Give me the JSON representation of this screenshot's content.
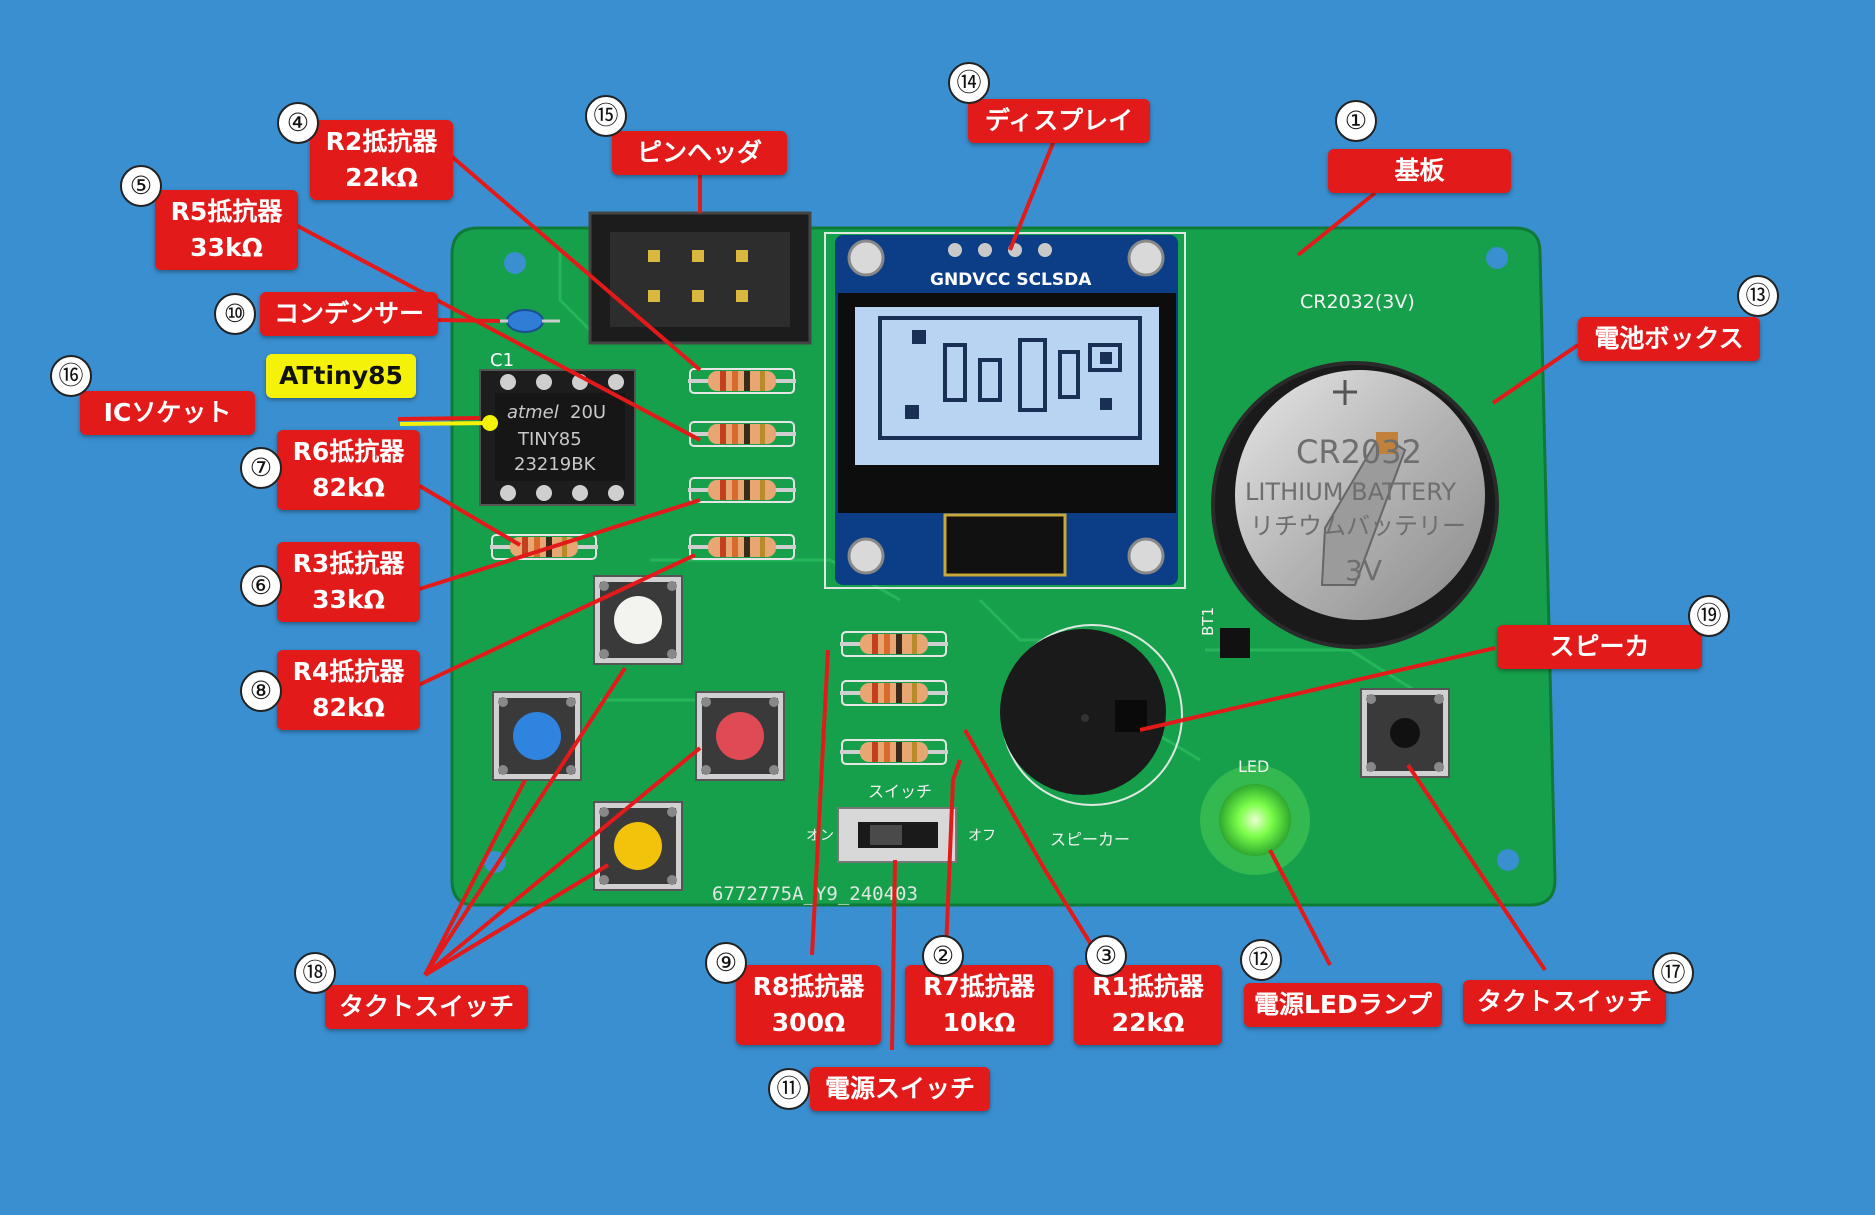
{
  "colors": {
    "background": "#3a8fd0",
    "pcb": "#17a04c",
    "callout": "#e31a1a",
    "callout_highlight": "#f5f20a",
    "leader": "#e31a1a",
    "oled_screen": "#b9d3f3",
    "led_on": "#7dff4a"
  },
  "board": {
    "silkscreen_battery": "CR2032(3V)",
    "silkscreen_bt": "BT1",
    "silkscreen_c1": "C1",
    "silkscreen_led": "LED",
    "silkscreen_speaker": "スピーカー",
    "silkscreen_switch": "スイッチ",
    "silkscreen_on": "オン",
    "silkscreen_off": "オフ",
    "silkscreen_serial": "6772775A_Y9_240403",
    "oled_pins": "GNDVCC SCLSDA",
    "battery_label_1": "CR2032",
    "battery_label_2": "LITHIUM BATTERY",
    "battery_label_3": "リチウムバッテリー",
    "battery_label_4": "3V",
    "ic_brand": "atmel",
    "ic_line1": "20U",
    "ic_line2": "TINY85",
    "ic_line3": "23219BK"
  },
  "annotations": [
    {
      "id": "1",
      "num": "①",
      "label": "基板"
    },
    {
      "id": "2",
      "num": "②",
      "label": "R7抵抗器",
      "value": "10kΩ"
    },
    {
      "id": "3",
      "num": "③",
      "label": "R1抵抗器",
      "value": "22kΩ"
    },
    {
      "id": "4",
      "num": "④",
      "label": "R2抵抗器",
      "value": "22kΩ"
    },
    {
      "id": "5",
      "num": "⑤",
      "label": "R5抵抗器",
      "value": "33kΩ"
    },
    {
      "id": "6",
      "num": "⑥",
      "label": "R3抵抗器",
      "value": "33kΩ"
    },
    {
      "id": "7",
      "num": "⑦",
      "label": "R6抵抗器",
      "value": "82kΩ"
    },
    {
      "id": "8",
      "num": "⑧",
      "label": "R4抵抗器",
      "value": "82kΩ"
    },
    {
      "id": "9",
      "num": "⑨",
      "label": "R8抵抗器",
      "value": "300Ω"
    },
    {
      "id": "10",
      "num": "⑩",
      "label": "コンデンサー"
    },
    {
      "id": "11",
      "num": "⑪",
      "label": "電源スイッチ"
    },
    {
      "id": "12",
      "num": "⑫",
      "label": "電源LEDランプ"
    },
    {
      "id": "13",
      "num": "⑬",
      "label": "電池ボックス"
    },
    {
      "id": "14",
      "num": "⑭",
      "label": "ディスプレイ"
    },
    {
      "id": "15",
      "num": "⑮",
      "label": "ピンヘッダ"
    },
    {
      "id": "16",
      "num": "⑯",
      "label": "ICソケット"
    },
    {
      "id": "17",
      "num": "⑰",
      "label": "タクトスイッチ"
    },
    {
      "id": "18",
      "num": "⑱",
      "label": "タクトスイッチ"
    },
    {
      "id": "19",
      "num": "⑲",
      "label": "スピーカ"
    }
  ],
  "chip_label": "ATtiny85"
}
